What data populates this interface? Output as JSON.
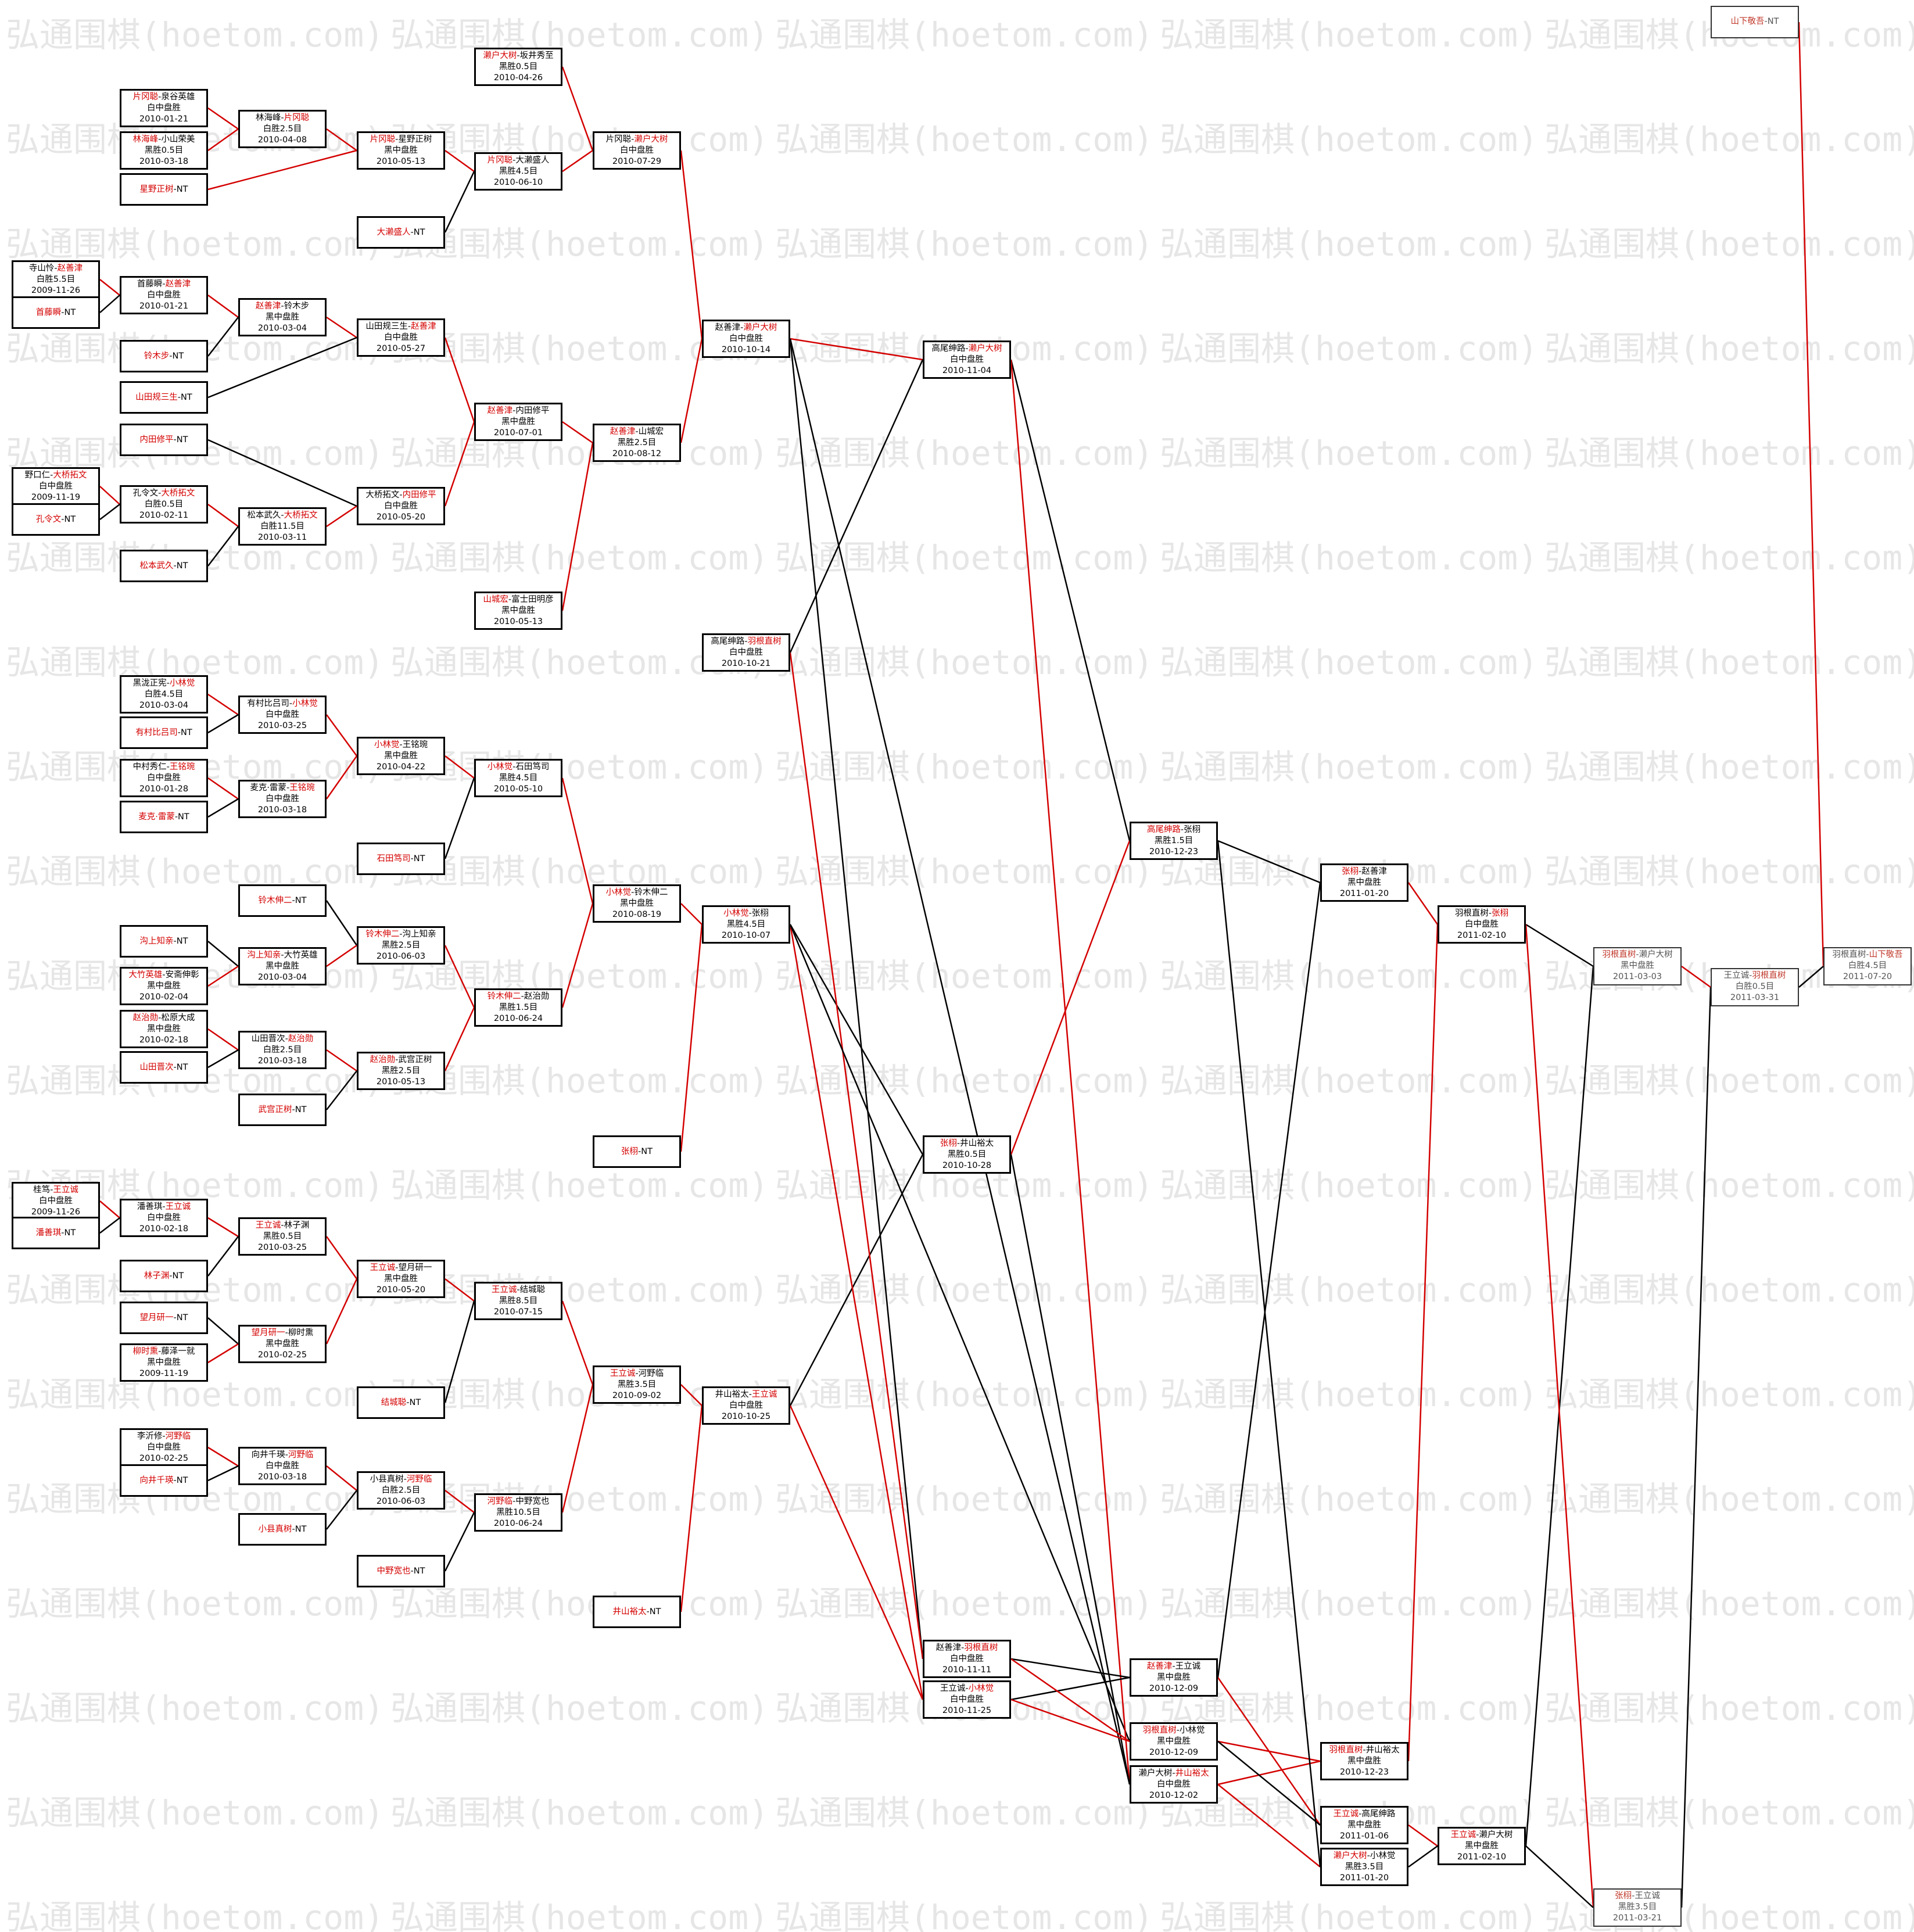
{
  "watermark": "弘通围棋(hoetom.com)",
  "colors": {
    "winner": "#d40000",
    "loser_line": "#000000",
    "winner_line": "#d40000",
    "watermark": "#e6e6e6"
  },
  "matches": [
    {
      "id": "r0a",
      "p": [
        "寺山怜",
        "赵善津"
      ],
      "w": 1,
      "lines": [
        "白胜5.5目",
        "2009-11-26"
      ]
    },
    {
      "id": "r0b",
      "p": [
        "野口仁",
        "大桥拓文"
      ],
      "w": 1,
      "lines": [
        "白中盘胜",
        "2009-11-19"
      ]
    },
    {
      "id": "r0c",
      "p": [
        "桂笃",
        "王立诚"
      ],
      "w": 1,
      "lines": [
        "白中盘胜",
        "2009-11-26"
      ]
    },
    {
      "id": "r1_01",
      "p": [
        "片冈聪",
        "泉谷英雄"
      ],
      "w": 0,
      "lines": [
        "白中盘胜",
        "2010-01-21"
      ]
    },
    {
      "id": "r1_02",
      "p": [
        "林海峰",
        "小山荣美"
      ],
      "w": 0,
      "lines": [
        "黑胜0.5目",
        "2010-03-18"
      ]
    },
    {
      "id": "r1_03",
      "p": [
        "星野正树"
      ],
      "w": 0,
      "lines": [],
      "nt": true
    },
    {
      "id": "r1_04",
      "p": [
        "大濑盛人"
      ],
      "w": 0,
      "lines": [],
      "nt": true
    },
    {
      "id": "r1_05",
      "p": [
        "首藤瞬"
      ],
      "w": 0,
      "lines": [],
      "nt": true
    },
    {
      "id": "r1_06",
      "p": [
        "铃木步"
      ],
      "w": 0,
      "lines": [],
      "nt": true
    },
    {
      "id": "r1_07",
      "p": [
        "山田规三生"
      ],
      "w": 0,
      "lines": [],
      "nt": true
    },
    {
      "id": "r1_08",
      "p": [
        "内田修平"
      ],
      "w": 0,
      "lines": [],
      "nt": true
    },
    {
      "id": "r1_09",
      "p": [
        "孔令文"
      ],
      "w": 0,
      "lines": [],
      "nt": true
    },
    {
      "id": "r1_10",
      "p": [
        "松本武久"
      ],
      "w": 0,
      "lines": [],
      "nt": true
    },
    {
      "id": "r1_11",
      "p": [
        "黑泷正宪",
        "小林觉"
      ],
      "w": 1,
      "lines": [
        "白胜4.5目",
        "2010-03-04"
      ]
    },
    {
      "id": "r1_12",
      "p": [
        "有村比吕司"
      ],
      "w": 0,
      "lines": [],
      "nt": true
    },
    {
      "id": "r1_13",
      "p": [
        "中村秀仁",
        "王铭琬"
      ],
      "w": 1,
      "lines": [
        "白中盘胜",
        "2010-01-28"
      ]
    },
    {
      "id": "r1_14",
      "p": [
        "麦克·雷蒙"
      ],
      "w": 0,
      "lines": [],
      "nt": true
    },
    {
      "id": "r1_15",
      "p": [
        "铃木伸二"
      ],
      "w": 0,
      "lines": [],
      "nt": true
    },
    {
      "id": "r1_16",
      "p": [
        "沟上知亲"
      ],
      "w": 0,
      "lines": [],
      "nt": true
    },
    {
      "id": "r1_17",
      "p": [
        "大竹英雄",
        "安斋伸彰"
      ],
      "w": 0,
      "lines": [
        "黑中盘胜",
        "2010-02-04"
      ]
    },
    {
      "id": "r1_18",
      "p": [
        "赵治勋",
        "松原大成"
      ],
      "w": 0,
      "lines": [
        "黑中盘胜",
        "2010-02-18"
      ]
    },
    {
      "id": "r1_19",
      "p": [
        "山田晋次"
      ],
      "w": 0,
      "lines": [],
      "nt": true
    },
    {
      "id": "r1_20",
      "p": [
        "武宫正树"
      ],
      "w": 0,
      "lines": [],
      "nt": true
    },
    {
      "id": "r1_21",
      "p": [
        "潘善琪"
      ],
      "w": 0,
      "lines": [],
      "nt": true
    },
    {
      "id": "r1_22",
      "p": [
        "林子渊"
      ],
      "w": 0,
      "lines": [],
      "nt": true
    },
    {
      "id": "r1_23",
      "p": [
        "望月研一"
      ],
      "w": 0,
      "lines": [],
      "nt": true
    },
    {
      "id": "r1_24",
      "p": [
        "柳时熏",
        "藤泽一就"
      ],
      "w": 0,
      "lines": [
        "黑中盘胜",
        "2009-11-19"
      ]
    },
    {
      "id": "r1_25",
      "p": [
        "李沂修",
        "河野临"
      ],
      "w": 1,
      "lines": [
        "白中盘胜",
        "2010-02-25"
      ]
    },
    {
      "id": "r1_26",
      "p": [
        "向井千瑛"
      ],
      "w": 0,
      "lines": [],
      "nt": true
    },
    {
      "id": "r1_27",
      "p": [
        "小县真树"
      ],
      "w": 0,
      "lines": [],
      "nt": true
    },
    {
      "id": "r2_1",
      "p": [
        "林海峰",
        "片冈聪"
      ],
      "w": 1,
      "lines": [
        "白胜2.5目",
        "2010-04-08"
      ]
    },
    {
      "id": "r2_2",
      "p": [
        "首藤瞬",
        "赵善津"
      ],
      "w": 1,
      "lines": [
        "白中盘胜",
        "2010-01-21"
      ]
    },
    {
      "id": "r2_3",
      "p": [
        "赵善津",
        "铃木步"
      ],
      "w": 0,
      "lines": [
        "黑中盘胜",
        "2010-03-04"
      ]
    },
    {
      "id": "r2_4",
      "p": [
        "孔令文",
        "大桥拓文"
      ],
      "w": 1,
      "lines": [
        "白胜0.5目",
        "2010-02-11"
      ]
    },
    {
      "id": "r2_5",
      "p": [
        "松本武久",
        "大桥拓文"
      ],
      "w": 1,
      "lines": [
        "白胜11.5目",
        "2010-03-11"
      ]
    },
    {
      "id": "r2_6",
      "p": [
        "有村比吕司",
        "小林觉"
      ],
      "w": 1,
      "lines": [
        "白中盘胜",
        "2010-03-25"
      ]
    },
    {
      "id": "r2_7",
      "p": [
        "麦克·雷蒙",
        "王铭琬"
      ],
      "w": 1,
      "lines": [
        "白中盘胜",
        "2010-03-18"
      ]
    },
    {
      "id": "r2_8",
      "p": [
        "沟上知亲",
        "大竹英雄"
      ],
      "w": 0,
      "lines": [
        "黑中盘胜",
        "2010-03-04"
      ]
    },
    {
      "id": "r2_9",
      "p": [
        "山田晋次",
        "赵治勋"
      ],
      "w": 1,
      "lines": [
        "白胜2.5目",
        "2010-03-18"
      ]
    },
    {
      "id": "r2_10",
      "p": [
        "潘善琪",
        "王立诚"
      ],
      "w": 1,
      "lines": [
        "白中盘胜",
        "2010-02-18"
      ]
    },
    {
      "id": "r2_11",
      "p": [
        "王立诚",
        "林子渊"
      ],
      "w": 0,
      "lines": [
        "黑胜0.5目",
        "2010-03-25"
      ]
    },
    {
      "id": "r2_12",
      "p": [
        "望月研一",
        "柳时熏"
      ],
      "w": 0,
      "lines": [
        "黑中盘胜",
        "2010-02-25"
      ]
    },
    {
      "id": "r2_13",
      "p": [
        "向井千瑛",
        "河野临"
      ],
      "w": 1,
      "lines": [
        "白中盘胜",
        "2010-03-18"
      ]
    },
    {
      "id": "r2_14",
      "p": [
        "小县真树"
      ],
      "w": 0,
      "lines": [],
      "nt": true
    },
    {
      "id": "r3_1",
      "p": [
        "片冈聪",
        "星野正树"
      ],
      "w": 0,
      "lines": [
        "黑中盘胜",
        "2010-05-13"
      ]
    },
    {
      "id": "r3_2",
      "p": [
        "山田规三生",
        "赵善津"
      ],
      "w": 1,
      "lines": [
        "白中盘胜",
        "2010-05-27"
      ]
    },
    {
      "id": "r3_3",
      "p": [
        "大桥拓文",
        "内田修平"
      ],
      "w": 1,
      "lines": [
        "白中盘胜",
        "2010-05-20"
      ]
    },
    {
      "id": "r3_4",
      "p": [
        "小林觉",
        "王铭琬"
      ],
      "w": 0,
      "lines": [
        "黑中盘胜",
        "2010-04-22"
      ]
    },
    {
      "id": "r3_5",
      "p": [
        "铃木伸二",
        "沟上知亲"
      ],
      "w": 0,
      "lines": [
        "黑胜2.5目",
        "2010-06-03"
      ]
    },
    {
      "id": "r3_6",
      "p": [
        "赵治勋",
        "武宫正树"
      ],
      "w": 0,
      "lines": [
        "黑胜2.5目",
        "2010-05-13"
      ]
    },
    {
      "id": "r3_7",
      "p": [
        "王立诚",
        "望月研一"
      ],
      "w": 0,
      "lines": [
        "黑中盘胜",
        "2010-05-20"
      ]
    },
    {
      "id": "r3_8",
      "p": [
        "小县真树",
        "河野临"
      ],
      "w": 1,
      "lines": [
        "白胜2.5目",
        "2010-06-03"
      ]
    },
    {
      "id": "r4_1",
      "p": [
        "濑户大树",
        "坂井秀至"
      ],
      "w": 0,
      "lines": [
        "黑胜0.5目",
        "2010-04-26"
      ]
    },
    {
      "id": "r4_2",
      "p": [
        "片冈聪",
        "大濑盛人"
      ],
      "w": 0,
      "lines": [
        "黑胜4.5目",
        "2010-06-10"
      ]
    },
    {
      "id": "r4_3",
      "p": [
        "赵善津",
        "内田修平"
      ],
      "w": 0,
      "lines": [
        "黑中盘胜",
        "2010-07-01"
      ]
    },
    {
      "id": "r4_4",
      "p": [
        "小林觉",
        "石田笃司"
      ],
      "w": 0,
      "lines": [
        "黑胜4.5目",
        "2010-05-10"
      ]
    },
    {
      "id": "r4_5",
      "p": [
        "石田笃司"
      ],
      "w": 0,
      "lines": [],
      "nt": true
    },
    {
      "id": "r4_6",
      "p": [
        "铃木伸二",
        "赵治勋"
      ],
      "w": 0,
      "lines": [
        "黑胜1.5目",
        "2010-06-24"
      ]
    },
    {
      "id": "r4_7",
      "p": [
        "王立诚",
        "结城聪"
      ],
      "w": 0,
      "lines": [
        "黑胜8.5目",
        "2010-07-15"
      ]
    },
    {
      "id": "r4_8",
      "p": [
        "结城聪"
      ],
      "w": 0,
      "lines": [],
      "nt": true
    },
    {
      "id": "r4_9",
      "p": [
        "河野临",
        "中野宽也"
      ],
      "w": 0,
      "lines": [
        "黑胜10.5目",
        "2010-06-24"
      ]
    },
    {
      "id": "r4_10",
      "p": [
        "中野宽也"
      ],
      "w": 0,
      "lines": [],
      "nt": true
    },
    {
      "id": "r4_11",
      "p": [
        "山城宏",
        "富士田明彦"
      ],
      "w": 0,
      "lines": [
        "黑中盘胜",
        "2010-05-13"
      ]
    },
    {
      "id": "r4_12",
      "p": [
        "大濑盛人"
      ],
      "w": 0,
      "lines": [],
      "nt": true
    },
    {
      "id": "r5_1",
      "p": [
        "片冈聪",
        "濑户大树"
      ],
      "w": 1,
      "lines": [
        "白中盘胜",
        "2010-07-29"
      ]
    },
    {
      "id": "r5_2",
      "p": [
        "赵善津",
        "山城宏"
      ],
      "w": 0,
      "lines": [
        "黑胜2.5目",
        "2010-08-12"
      ]
    },
    {
      "id": "r5_3",
      "p": [
        "小林觉",
        "铃木伸二"
      ],
      "w": 0,
      "lines": [
        "黑中盘胜",
        "2010-08-19"
      ]
    },
    {
      "id": "r5_4",
      "p": [
        "王立诚",
        "河野临"
      ],
      "w": 0,
      "lines": [
        "黑胜3.5目",
        "2010-09-02"
      ]
    },
    {
      "id": "r5_5",
      "p": [
        "张栩"
      ],
      "w": 0,
      "lines": [],
      "nt": true
    },
    {
      "id": "r5_6",
      "p": [
        "井山裕太"
      ],
      "w": 0,
      "lines": [],
      "nt": true
    },
    {
      "id": "r6_1",
      "p": [
        "赵善津",
        "濑户大树"
      ],
      "w": 1,
      "lines": [
        "白中盘胜",
        "2010-10-14"
      ]
    },
    {
      "id": "r6_2",
      "p": [
        "高尾绅路",
        "羽根直树"
      ],
      "w": 1,
      "lines": [
        "白中盘胜",
        "2010-10-21"
      ]
    },
    {
      "id": "r6_3",
      "p": [
        "小林觉",
        "张栩"
      ],
      "w": 0,
      "lines": [
        "黑胜4.5目",
        "2010-10-07"
      ]
    },
    {
      "id": "r6_4",
      "p": [
        "井山裕太",
        "王立诚"
      ],
      "w": 1,
      "lines": [
        "白中盘胜",
        "2010-10-25"
      ]
    },
    {
      "id": "r7_1",
      "p": [
        "高尾绅路",
        "濑户大树"
      ],
      "w": 1,
      "lines": [
        "白中盘胜",
        "2010-11-04"
      ]
    },
    {
      "id": "r7_2",
      "p": [
        "张栩",
        "井山裕太"
      ],
      "w": 0,
      "lines": [
        "黑胜0.5目",
        "2010-10-28"
      ]
    },
    {
      "id": "r7_3",
      "p": [
        "赵善津",
        "羽根直树"
      ],
      "w": 1,
      "lines": [
        "白中盘胜",
        "2010-11-11"
      ]
    },
    {
      "id": "r7_4",
      "p": [
        "王立诚",
        "小林觉"
      ],
      "w": 1,
      "lines": [
        "白中盘胜",
        "2010-11-25"
      ]
    },
    {
      "id": "r8_1",
      "p": [
        "高尾绅路",
        "张栩"
      ],
      "w": 0,
      "lines": [
        "黑胜1.5目",
        "2010-12-23"
      ]
    },
    {
      "id": "r8_2",
      "p": [
        "赵善津",
        "王立诚"
      ],
      "w": 0,
      "lines": [
        "黑中盘胜",
        "2010-12-09"
      ]
    },
    {
      "id": "r8_3",
      "p": [
        "羽根直树",
        "小林觉"
      ],
      "w": 0,
      "lines": [
        "黑中盘胜",
        "2010-12-09"
      ]
    },
    {
      "id": "r8_4",
      "p": [
        "濑户大树",
        "井山裕太"
      ],
      "w": 1,
      "lines": [
        "白中盘胜",
        "2010-12-02"
      ]
    },
    {
      "id": "r9_1",
      "p": [
        "张栩",
        "赵善津"
      ],
      "w": 0,
      "lines": [
        "黑中盘胜",
        "2011-01-20"
      ]
    },
    {
      "id": "r9_2",
      "p": [
        "羽根直树",
        "井山裕太"
      ],
      "w": 0,
      "lines": [
        "黑中盘胜",
        "2010-12-23"
      ]
    },
    {
      "id": "r9_3",
      "p": [
        "王立诚",
        "高尾绅路"
      ],
      "w": 0,
      "lines": [
        "黑中盘胜",
        "2011-01-06"
      ]
    },
    {
      "id": "r9_4",
      "p": [
        "濑户大树",
        "小林觉"
      ],
      "w": 0,
      "lines": [
        "黑胜3.5目",
        "2011-01-20"
      ]
    },
    {
      "id": "r10_1",
      "p": [
        "羽根直树",
        "张栩"
      ],
      "w": 1,
      "lines": [
        "白中盘胜",
        "2011-02-10"
      ]
    },
    {
      "id": "r10_2",
      "p": [
        "王立诚",
        "濑户大树"
      ],
      "w": 0,
      "lines": [
        "黑中盘胜",
        "2011-02-10"
      ]
    },
    {
      "id": "r11_1",
      "p": [
        "羽根直树",
        "濑户大树"
      ],
      "w": 0,
      "lines": [
        "黑中盘胜",
        "2011-03-03"
      ],
      "gray": true
    },
    {
      "id": "r11_2",
      "p": [
        "张栩",
        "王立诚"
      ],
      "w": 0,
      "lines": [
        "黑胜3.5目",
        "2011-03-21"
      ],
      "gray": true
    },
    {
      "id": "r12_1",
      "p": [
        "王立诚",
        "羽根直树"
      ],
      "w": 1,
      "lines": [
        "白胜0.5目",
        "2011-03-31"
      ],
      "gray": true
    },
    {
      "id": "top_nt",
      "p": [
        "山下敬吾"
      ],
      "w": 0,
      "lines": [],
      "nt": true,
      "gray": true
    },
    {
      "id": "final",
      "p": [
        "羽根直树",
        "山下敬吾"
      ],
      "w": 1,
      "lines": [
        "白胜4.5目",
        "2011-07-20"
      ],
      "gray": true
    }
  ],
  "links": [
    [
      "r0a",
      "r2_2",
      "w"
    ],
    [
      "r1_05",
      "r2_2",
      "l"
    ],
    [
      "r0b",
      "r2_4",
      "w"
    ],
    [
      "r1_09",
      "r2_4",
      "l"
    ],
    [
      "r0c",
      "r2_10",
      "w"
    ],
    [
      "r1_21",
      "r2_10",
      "l"
    ],
    [
      "r1_01",
      "r2_1",
      "w"
    ],
    [
      "r1_02",
      "r2_1",
      "w"
    ],
    [
      "r2_1",
      "r3_1",
      "w"
    ],
    [
      "r1_03",
      "r3_1",
      "w"
    ],
    [
      "r2_2",
      "r2_3",
      "w"
    ],
    [
      "r1_06",
      "r2_3",
      "l"
    ],
    [
      "r2_3",
      "r3_2",
      "w"
    ],
    [
      "r1_07",
      "r3_2",
      "l"
    ],
    [
      "r1_08",
      "r3_3",
      "l"
    ],
    [
      "r2_5",
      "r3_3",
      "w"
    ],
    [
      "r2_4",
      "r2_5",
      "w"
    ],
    [
      "r1_10",
      "r2_5",
      "l"
    ],
    [
      "r1_11",
      "r2_6",
      "w"
    ],
    [
      "r1_12",
      "r2_6",
      "l"
    ],
    [
      "r1_13",
      "r2_7",
      "w"
    ],
    [
      "r1_14",
      "r2_7",
      "l"
    ],
    [
      "r2_6",
      "r3_4",
      "w"
    ],
    [
      "r2_7",
      "r3_4",
      "w"
    ],
    [
      "r1_15",
      "r3_5",
      "l"
    ],
    [
      "r2_8",
      "r3_5",
      "w"
    ],
    [
      "r1_16",
      "r2_8",
      "l"
    ],
    [
      "r1_17",
      "r2_8",
      "w"
    ],
    [
      "r1_18",
      "r2_9",
      "w"
    ],
    [
      "r1_19",
      "r2_9",
      "l"
    ],
    [
      "r2_9",
      "r3_6",
      "w"
    ],
    [
      "r1_20",
      "r3_6",
      "l"
    ],
    [
      "r2_10",
      "r2_11",
      "w"
    ],
    [
      "r1_22",
      "r2_11",
      "l"
    ],
    [
      "r1_23",
      "r2_12",
      "l"
    ],
    [
      "r1_24",
      "r2_12",
      "w"
    ],
    [
      "r2_11",
      "r3_7",
      "w"
    ],
    [
      "r2_12",
      "r3_7",
      "w"
    ],
    [
      "r1_25",
      "r2_13",
      "w"
    ],
    [
      "r1_26",
      "r2_13",
      "l"
    ],
    [
      "r2_13",
      "r3_8",
      "w"
    ],
    [
      "r1_27",
      "r3_8",
      "l"
    ],
    [
      "r3_1",
      "r4_2",
      "w"
    ],
    [
      "r1_04",
      "r4_2",
      "l"
    ],
    [
      "r3_2",
      "r4_3",
      "w"
    ],
    [
      "r3_3",
      "r4_3",
      "w"
    ],
    [
      "r3_4",
      "r4_4",
      "w"
    ],
    [
      "r4_5",
      "r4_4",
      "l"
    ],
    [
      "r3_5",
      "r4_6",
      "w"
    ],
    [
      "r3_6",
      "r4_6",
      "w"
    ],
    [
      "r3_7",
      "r4_7",
      "w"
    ],
    [
      "r4_8",
      "r4_7",
      "l"
    ],
    [
      "r3_8",
      "r4_9",
      "w"
    ],
    [
      "r4_10",
      "r4_9",
      "l"
    ],
    [
      "r4_1",
      "r5_1",
      "w"
    ],
    [
      "r4_2",
      "r5_1",
      "w"
    ],
    [
      "r4_3",
      "r5_2",
      "w"
    ],
    [
      "r4_11",
      "r5_2",
      "w"
    ],
    [
      "r4_4",
      "r5_3",
      "w"
    ],
    [
      "r4_6",
      "r5_3",
      "w"
    ],
    [
      "r4_7",
      "r5_4",
      "w"
    ],
    [
      "r4_9",
      "r5_4",
      "w"
    ],
    [
      "r5_1",
      "r6_1",
      "w"
    ],
    [
      "r5_2",
      "r6_1",
      "w"
    ],
    [
      "r5_3",
      "r6_3",
      "w"
    ],
    [
      "r5_5",
      "r6_3",
      "w"
    ],
    [
      "r5_4",
      "r6_4",
      "w"
    ],
    [
      "r5_6",
      "r6_4",
      "w"
    ],
    [
      "r6_1",
      "r7_1",
      "w"
    ],
    [
      "r6_2",
      "r7_1",
      "l"
    ],
    [
      "r6_3",
      "r7_2",
      "l"
    ],
    [
      "r6_4",
      "r7_2",
      "l"
    ],
    [
      "r6_1",
      "r7_3",
      "l"
    ],
    [
      "r6_2",
      "r7_3",
      "w"
    ],
    [
      "r6_3",
      "r7_4",
      "w"
    ],
    [
      "r6_4",
      "r7_4",
      "w"
    ],
    [
      "r6_1",
      "r8_4",
      "l"
    ],
    [
      "r6_3",
      "r8_3",
      "l"
    ],
    [
      "r7_1",
      "r8_1",
      "l"
    ],
    [
      "r7_2",
      "r8_1",
      "w"
    ],
    [
      "r7_1",
      "r8_4",
      "w"
    ],
    [
      "r7_2",
      "r8_4",
      "l"
    ],
    [
      "r7_3",
      "r8_2",
      "l"
    ],
    [
      "r7_4",
      "r8_2",
      "l"
    ],
    [
      "r7_3",
      "r8_3",
      "w"
    ],
    [
      "r7_4",
      "r8_3",
      "w"
    ],
    [
      "r8_1",
      "r9_1",
      "l"
    ],
    [
      "r8_2",
      "r9_1",
      "l"
    ],
    [
      "r8_3",
      "r9_2",
      "w"
    ],
    [
      "r8_4",
      "r9_2",
      "w"
    ],
    [
      "r8_2",
      "r9_3",
      "w"
    ],
    [
      "r8_3",
      "r9_3",
      "l"
    ],
    [
      "r8_4",
      "r9_4",
      "w"
    ],
    [
      "r8_1",
      "r9_4",
      "l"
    ],
    [
      "r9_1",
      "r10_1",
      "w"
    ],
    [
      "r9_2",
      "r10_1",
      "w"
    ],
    [
      "r9_3",
      "r10_2",
      "w"
    ],
    [
      "r9_4",
      "r10_2",
      "l"
    ],
    [
      "r10_1",
      "r11_1",
      "l"
    ],
    [
      "r10_2",
      "r11_1",
      "l"
    ],
    [
      "r10_1",
      "r11_2",
      "w"
    ],
    [
      "r10_2",
      "r11_2",
      "l"
    ],
    [
      "r11_1",
      "r12_1",
      "w"
    ],
    [
      "r11_2",
      "r12_1",
      "l"
    ],
    [
      "r12_1",
      "final",
      "l"
    ],
    [
      "top_nt",
      "final",
      "w"
    ]
  ]
}
